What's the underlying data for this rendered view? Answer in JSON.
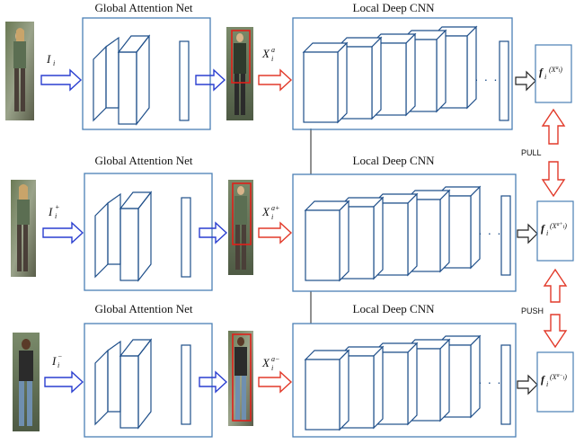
{
  "colors": {
    "box_stroke": "#4a7fb5",
    "layer_stroke": "#1f4f8a",
    "blue_arrow": "#2a3fd0",
    "red_arrow": "#e23a2a",
    "red_box": "#e0201a",
    "line": "#222222"
  },
  "rows": [
    {
      "attention_title": "Global Attention Net",
      "cnn_title": "Local Deep CNN",
      "input_var": "I",
      "input_sup": "",
      "input_sub": "i",
      "mid_var": "X",
      "mid_sup": "a",
      "mid_sub": "i",
      "feat_label": "f",
      "feat_sub": "i",
      "feat_arg_var": "X",
      "feat_arg_sup": "a",
      "feat_arg_sub": "i"
    },
    {
      "attention_title": "Global Attention Net",
      "cnn_title": "Local Deep CNN",
      "input_var": "I",
      "input_sup": "+",
      "input_sub": "i",
      "mid_var": "X",
      "mid_sup": "a+",
      "mid_sub": "i",
      "feat_label": "f",
      "feat_sub": "i",
      "feat_arg_var": "X",
      "feat_arg_sup": "a+",
      "feat_arg_sub": "i"
    },
    {
      "attention_title": "Global Attention Net",
      "cnn_title": "Local Deep CNN",
      "input_var": "I",
      "input_sup": "−",
      "input_sub": "i",
      "mid_var": "X",
      "mid_sup": "a−",
      "mid_sub": "i",
      "feat_label": "f",
      "feat_sub": "i",
      "feat_arg_var": "X",
      "feat_arg_sup": "a−",
      "feat_arg_sub": "i"
    }
  ],
  "pull_label": "PULL",
  "push_label": "PUSH",
  "ellipsis": "· · ·"
}
